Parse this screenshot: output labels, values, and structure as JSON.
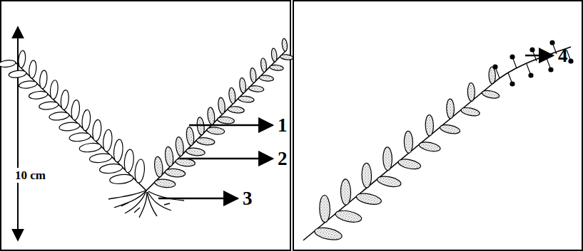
{
  "diagram": {
    "labels": [
      "10 cm",
      "1",
      "2",
      "3",
      "4"
    ]
  }
}
